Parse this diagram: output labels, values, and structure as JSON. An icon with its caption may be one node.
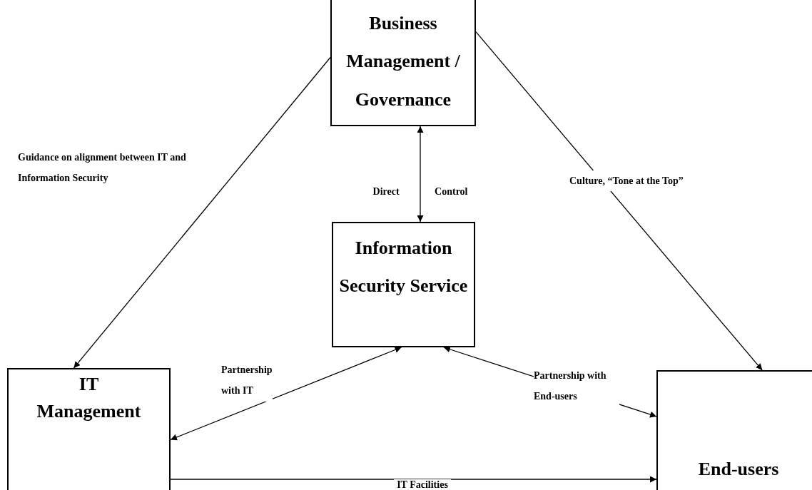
{
  "diagram": {
    "nodes": [
      {
        "text": [
          "Business Management / Governance"
        ]
      },
      {
        "text": [
          "Information Security Service"
        ]
      },
      {
        "text": [
          "IT Management"
        ]
      },
      {
        "text": [
          "End-users"
        ]
      }
    ],
    "edges": [
      {
        "from": 0,
        "to": 2,
        "arrow": "to",
        "label": "Guidance on alignment between IT and Information Security"
      },
      {
        "from": 0,
        "to": 3,
        "arrow": "to",
        "label": "Culture, “Tone at the Top”"
      },
      {
        "from": 0,
        "to": 1,
        "arrow": "both",
        "label": "Direct Control"
      },
      {
        "from": 2,
        "to": 1,
        "arrow": "both",
        "label": "Partnership with IT"
      },
      {
        "from": 3,
        "to": 1,
        "arrow": "both",
        "label": "Partnership with End-users"
      },
      {
        "from": 2,
        "to": 3,
        "arrow": "to",
        "label": "IT Facilities"
      }
    ]
  }
}
